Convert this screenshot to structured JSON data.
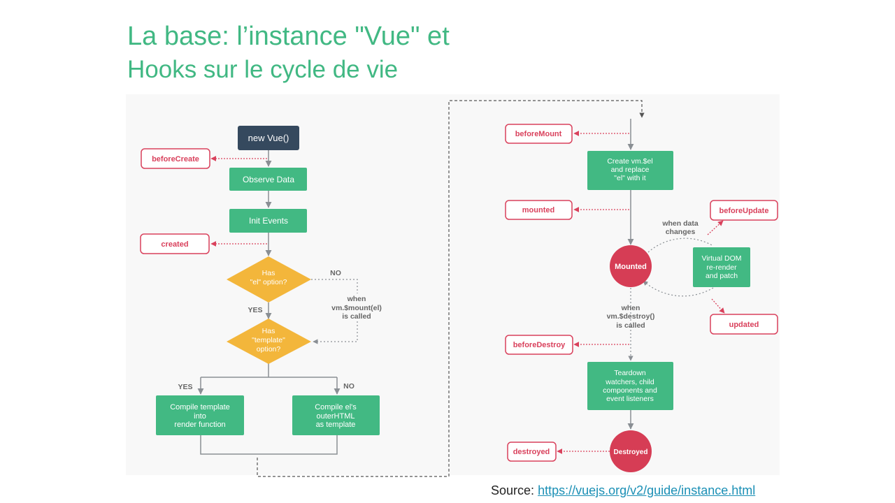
{
  "slide": {
    "title_line1": "La base: l’instance \"Vue\" et",
    "title_line2": "Hooks sur le cycle de vie",
    "source_label": "Source:",
    "source_link": "https://vuejs.org/v2/guide/instance.html"
  },
  "diagram": {
    "steps": {
      "new_vue": "new Vue()",
      "observe_data": "Observe Data",
      "init_events": "Init Events",
      "has_el": [
        "Has",
        "\"el\" option?"
      ],
      "has_template": [
        "Has",
        "\"template\"",
        "option?"
      ],
      "compile_template": [
        "Compile template",
        "into",
        "render function"
      ],
      "compile_el": [
        "Compile el's",
        "outerHTML",
        "as template"
      ],
      "create_el": [
        "Create vm.$el",
        "and replace",
        "\"el\" with it"
      ],
      "virtual_dom": [
        "Virtual DOM",
        "re-render",
        "and patch"
      ],
      "teardown": [
        "Teardown",
        "watchers, child",
        "components and",
        "event listeners"
      ],
      "mounted_state": "Mounted",
      "destroyed_state": "Destroyed"
    },
    "hooks": {
      "before_create": "beforeCreate",
      "created": "created",
      "before_mount": "beforeMount",
      "mounted": "mounted",
      "before_update": "beforeUpdate",
      "updated": "updated",
      "before_destroy": "beforeDestroy",
      "destroyed": "destroyed"
    },
    "labels": {
      "no": "NO",
      "yes": "YES",
      "when_mount": [
        "when",
        "vm.$mount(el)",
        "is called"
      ],
      "when_data_changes": [
        "when data",
        "changes"
      ],
      "when_destroy": [
        "when",
        "vm.$destroy()",
        "is called"
      ]
    },
    "colors": {
      "green": "#42b983",
      "dark": "#35495e",
      "hook_red": "#d9415c",
      "diamond": "#f3b63b",
      "circle_red": "#d63d55",
      "line_gray": "#8a8f94"
    }
  }
}
